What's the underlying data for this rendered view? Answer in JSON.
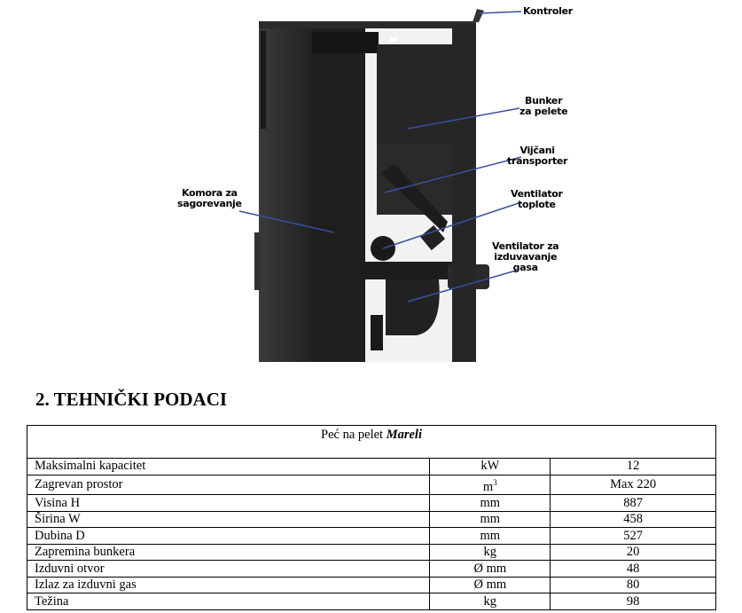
{
  "diagram": {
    "labels": {
      "kontroler": "Kontroler",
      "bunker": "Bunker\nza pelete",
      "vijcani": "Vijčani\ntransporter",
      "ventilator_toplote": "Ventilator\ntoplote",
      "ventilator_gas": "Ventilator za\nizduvavanje\ngasa",
      "komora": "Komora za\nsagorevanje"
    },
    "line_color": "#3a4fa0"
  },
  "heading": "2. TEHNIČKI PODACI",
  "table": {
    "title_prefix": "Peć na pelet ",
    "title_model": "Mareli",
    "rows": [
      {
        "label": "Maksimalni kapacitet",
        "unit": "kW",
        "value": "12"
      },
      {
        "label": "Zagrevan prostor",
        "unit": "m",
        "unit_sup": "3",
        "value": "Max 220"
      },
      {
        "label": "Visina H",
        "unit": "mm",
        "value": "887"
      },
      {
        "label": "Širina W",
        "unit": "mm",
        "value": "458"
      },
      {
        "label": "Dubina D",
        "unit": "mm",
        "value": "527"
      },
      {
        "label": "Zapremina bunkera",
        "unit": "kg",
        "value": "20"
      },
      {
        "label": "Izduvni otvor",
        "unit": "Ø mm",
        "value": "48"
      },
      {
        "label": "Izlaz za izduvni gas",
        "unit": "Ø mm",
        "value": "80"
      },
      {
        "label": "Težina",
        "unit": "kg",
        "value": "98"
      }
    ]
  }
}
